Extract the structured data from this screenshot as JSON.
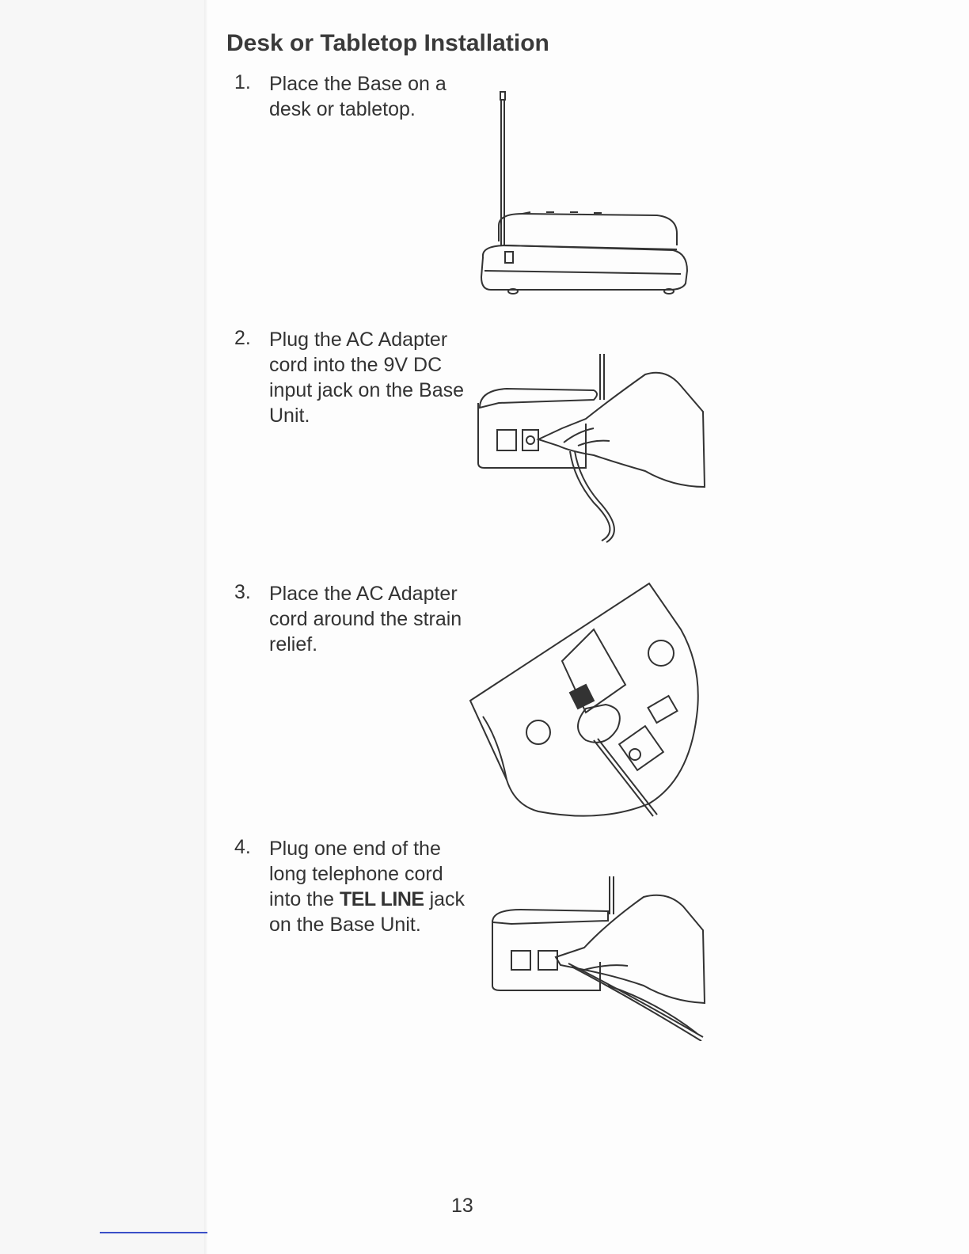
{
  "title": "Desk or Tabletop Installation",
  "steps": [
    {
      "number": "1.",
      "text": "Place the Base on a desk or tabletop."
    },
    {
      "number": "2.",
      "text": "Plug the AC Adapter cord into the 9V DC input jack on the Base Unit."
    },
    {
      "number": "3.",
      "text": "Place the AC Adapter cord around the strain relief."
    },
    {
      "number": "4.",
      "text_before": "Plug one end of the long telephone cord into the ",
      "text_bold": "TEL LINE",
      "text_after": " jack on the Base Unit."
    }
  ],
  "page_number": "13"
}
